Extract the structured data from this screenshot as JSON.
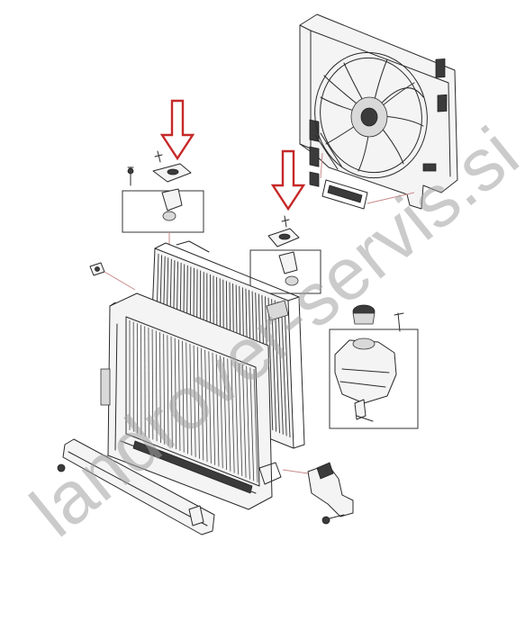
{
  "watermark": {
    "text": "landrover-servis.si",
    "color": "#a0a0a0"
  },
  "colors": {
    "arrow": "#c62828",
    "line": "#2a2a2a",
    "leader": "#c98a8a",
    "background": "#ffffff"
  },
  "arrows": [
    {
      "name": "arrow-left-mount"
    },
    {
      "name": "arrow-right-mount"
    }
  ]
}
